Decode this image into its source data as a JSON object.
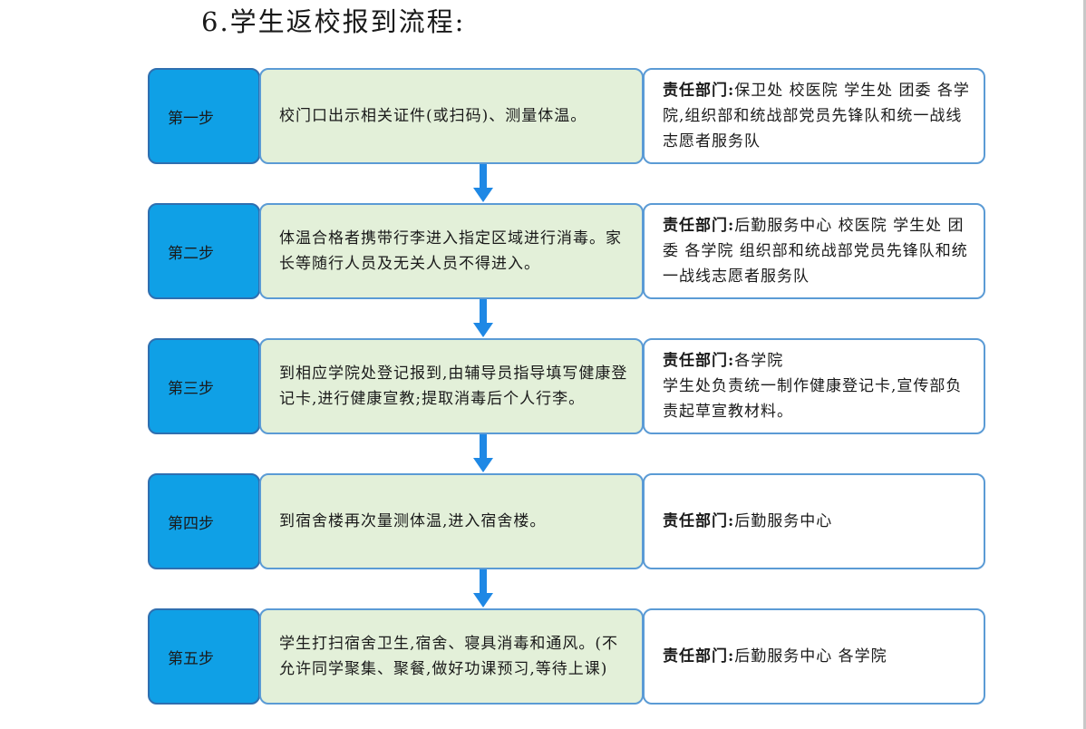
{
  "title": "6.学生返校报到流程:",
  "steps": [
    {
      "label": "第一步",
      "description": "校门口出示相关证件(或扫码)、测量体温。",
      "responsibility_key": "责任部门:",
      "responsibility_value": "保卫处 校医院 学生处 团委 各学院,组织部和统战部党员先锋队和统一战线志愿者服务队"
    },
    {
      "label": "第二步",
      "description": "体温合格者携带行李进入指定区域进行消毒。家长等随行人员及无关人员不得进入。",
      "responsibility_key": "责任部门:",
      "responsibility_value": "后勤服务中心 校医院 学生处 团委 各学院 组织部和统战部党员先锋队和统一战线志愿者服务队"
    },
    {
      "label": "第三步",
      "description": "到相应学院处登记报到,由辅导员指导填写健康登记卡,进行健康宣教;提取消毒后个人行李。",
      "responsibility_key": "责任部门:",
      "responsibility_value": "各学院\n学生处负责统一制作健康登记卡,宣传部负责起草宣教材料。"
    },
    {
      "label": "第四步",
      "description": "到宿舍楼再次量测体温,进入宿舍楼。",
      "responsibility_key": "责任部门:",
      "responsibility_value": "后勤服务中心"
    },
    {
      "label": "第五步",
      "description": "学生打扫宿舍卫生,宿舍、寝具消毒和通风。(不允许同学聚集、聚餐,做好功课预习,等待上课)",
      "responsibility_key": "责任部门:",
      "responsibility_value": "后勤服务中心 各学院"
    }
  ],
  "colors": {
    "step_label_fill": "#0fa0e6",
    "step_desc_fill": "#e3f0d9",
    "box_border": "#5b9bd5",
    "arrow": "#1e88e5"
  }
}
